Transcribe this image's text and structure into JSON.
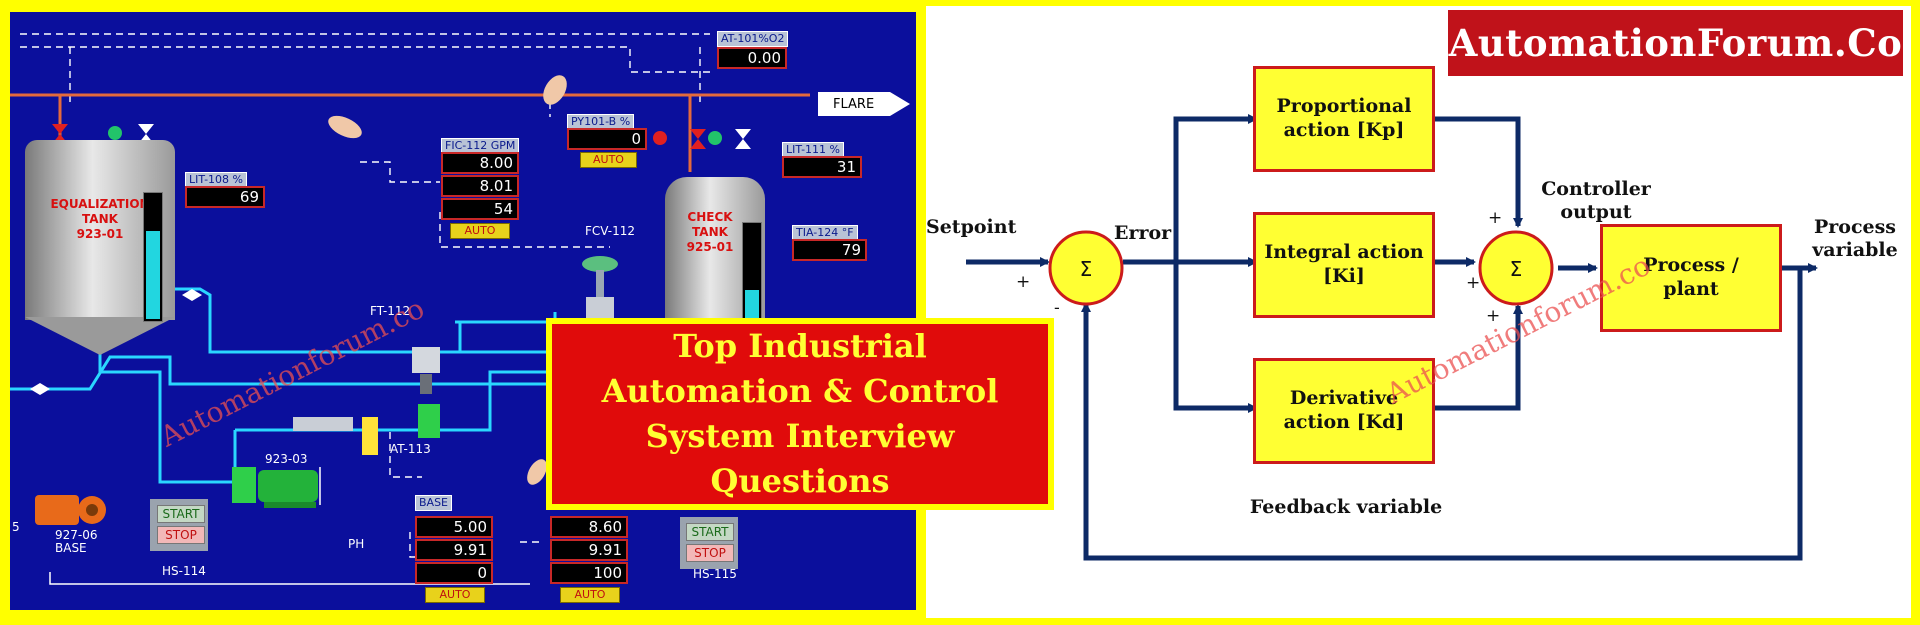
{
  "hmi": {
    "tank_923": "EQUALIZATION\nTANK\n923-01",
    "tank_925": "CHECK\nTANK\n925-01",
    "flare": "FLARE",
    "instruments": [
      {
        "tag": "AT-101%O2",
        "value": "0.00"
      },
      {
        "tag": "LIT-108   %",
        "value": "69"
      },
      {
        "tag": "FIC-112 GPM",
        "values": [
          "8.00",
          "8.01",
          "54"
        ],
        "mode": "AUTO"
      },
      {
        "tag": "PY101-B %",
        "value": "0",
        "mode": "AUTO"
      },
      {
        "tag": "LIT-111   %",
        "value": "31"
      },
      {
        "tag": "TIA-124  °F",
        "value": "79"
      },
      {
        "tag": "BASE",
        "values": [
          "5.00",
          "9.91",
          "0"
        ],
        "mode": "AUTO"
      },
      {
        "tag": "",
        "values": [
          "8.60",
          "9.91",
          "100"
        ],
        "mode": "AUTO"
      }
    ],
    "labels": {
      "fcv": "FCV-112",
      "ft": "FT-112",
      "at113": "AT-113",
      "pump923": "923-03",
      "pump927": "927-06\nBASE",
      "hs114": "HS-114",
      "hs115": "HS-115",
      "ph": "PH",
      "edge": "5"
    },
    "buttons": {
      "start": "START",
      "stop": "STOP"
    },
    "levels": {
      "lit_108": 69,
      "lit_111": 31
    }
  },
  "title_banner": "Top Industrial\nAutomation & Control\nSystem Interview\nQuestions",
  "watermark": "Automationforum.co",
  "brand": "AutomationForum.Co",
  "diagram": {
    "setpoint": "Setpoint",
    "error": "Error",
    "sum_symbol": "Σ",
    "blocks": {
      "proportional": "Proportional\naction [Kp]",
      "integral": "Integral action\n[Ki]",
      "derivative": "Derivative\naction [Kd]",
      "process": "Process /\nplant"
    },
    "controller_output": "Controller\noutput",
    "process_variable": "Process\nvariable",
    "feedback": "Feedback variable",
    "plus": "+",
    "minus": "-"
  },
  "colors": {
    "hmi_bg": "#0b0f9c",
    "frame": "#ffff00",
    "block_fill": "#ffff33",
    "block_border": "#cc1b1b",
    "arrow": "#0d2a66",
    "banner_bg": "#e00b0b",
    "brand_bg": "#c0121a"
  }
}
